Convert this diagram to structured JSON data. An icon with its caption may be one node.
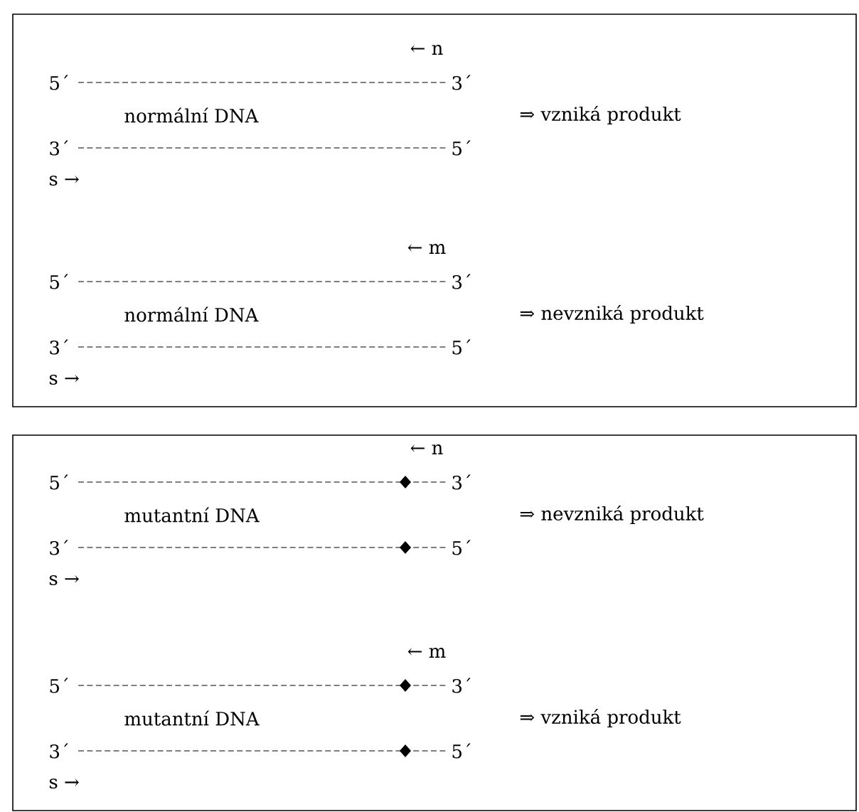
{
  "diagram": {
    "nodes": [
      {
        "text": [
          "← n",
          "5´",
          "3´",
          "normální DNA",
          "⇒ vzniká produkt",
          "3´",
          "5´",
          "s →",
          "← m",
          "5´",
          "3´",
          "normální DNA",
          "⇒ nevzniká produkt",
          "3´",
          "5´",
          "s →"
        ]
      },
      {
        "text": [
          "← n",
          "5´",
          "3´",
          "mutantní DNA",
          "⇒ nevzniká produkt",
          "3´",
          "5´",
          "s →",
          "← m",
          "5´",
          "3´",
          "mutantní DNA",
          "⇒ vzniká produkt",
          "3´",
          "5´",
          "s →"
        ]
      }
    ]
  }
}
